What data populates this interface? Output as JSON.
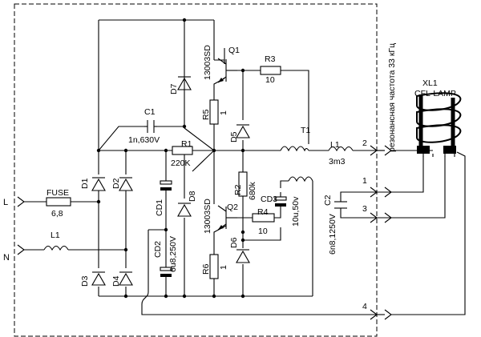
{
  "labels": {
    "q1": "Q1",
    "q1_part": "13003SD",
    "q2": "Q2",
    "q2_part": "13003SD",
    "r3": "R3",
    "r3_val": "10",
    "r4": "R4",
    "r4_val": "10",
    "r5": "R5",
    "r5_val": "1",
    "r6": "R6",
    "r6_val": "1",
    "r1": "R1",
    "r1_val": "220K",
    "r2": "R2",
    "r2_val": "680k",
    "c1": "C1",
    "c1_val": "1n,630V",
    "c2": "C2",
    "c2_val": "6n8,1250V",
    "cd1": "CD1",
    "cd2": "CD2",
    "cd2_val": "6u8,250V",
    "cd3": "CD3",
    "cd3_val": "10u,50v",
    "d1": "D1",
    "d2": "D2",
    "d3": "D3",
    "d4": "D4",
    "d5": "D5",
    "d6": "D6",
    "d7": "D7",
    "d8": "D8",
    "t1": "T1",
    "l1_top": "L1",
    "l1_top_val": "3m3",
    "l1_bottom": "L1",
    "fuse": "FUSE",
    "fuse_val": "6,8",
    "l_in": "L",
    "n_in": "N",
    "pin1": "1",
    "pin2": "2",
    "pin3": "3",
    "pin4": "4",
    "xl1": "XL1",
    "lamp": "CFL-LAMP",
    "resonant": "резонансная частота 33 кГц"
  }
}
